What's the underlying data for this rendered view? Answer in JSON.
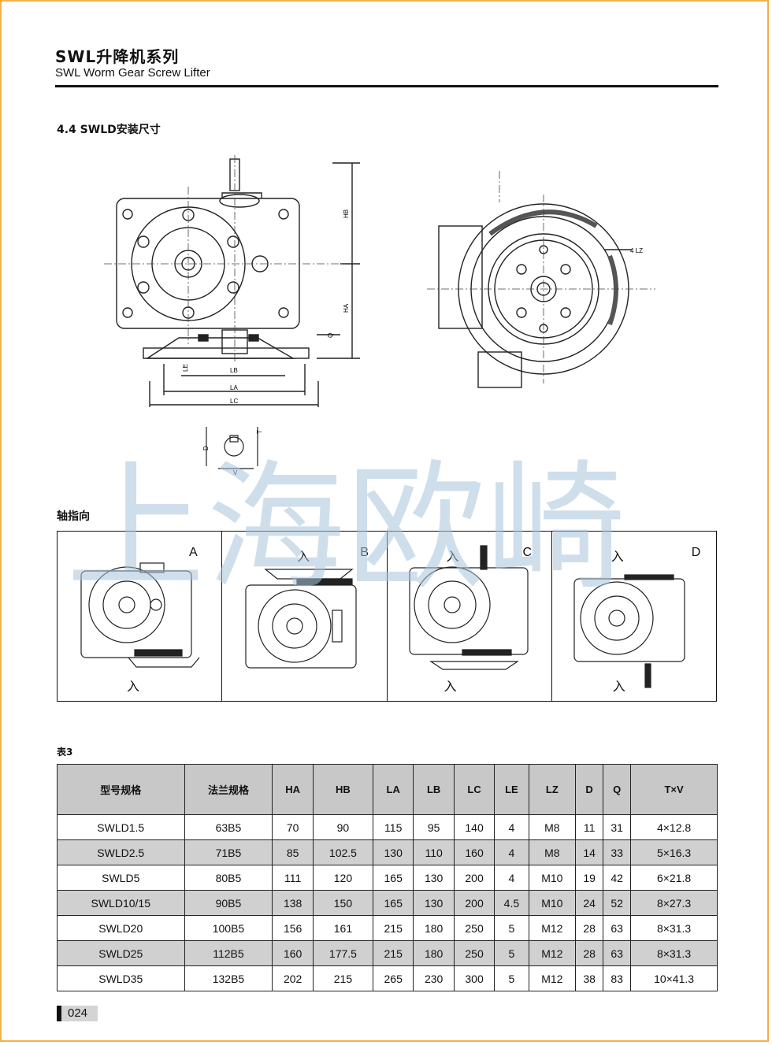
{
  "header": {
    "title": "SWL升降机系列",
    "subtitle": "SWL Worm  Gear Screw Lifter"
  },
  "section": {
    "title": "4.4 SWLD安装尺寸"
  },
  "drawing_labels": {
    "hb": "HB",
    "ha": "HA",
    "q": "Q",
    "le": "LE",
    "lb": "LB",
    "la": "LA",
    "lc": "LC",
    "lz": "4 LZ",
    "d": "D",
    "v": "V",
    "t": "T"
  },
  "watermark": "上海欧崎",
  "shaft_direction": {
    "title": "轴指向",
    "panels": [
      {
        "letter": "A",
        "in_label": "入"
      },
      {
        "letter": "B",
        "in_label": "入"
      },
      {
        "letter": "C",
        "in_label": "入"
      },
      {
        "letter": "D",
        "in_label": "入"
      }
    ]
  },
  "table": {
    "caption": "表3",
    "headers": [
      "型号规格",
      "法兰规格",
      "HA",
      "HB",
      "LA",
      "LB",
      "LC",
      "LE",
      "LZ",
      "D",
      "Q",
      "T×V"
    ],
    "rows": [
      [
        "SWLD1.5",
        "63B5",
        "70",
        "90",
        "115",
        "95",
        "140",
        "4",
        "M8",
        "11",
        "31",
        "4×12.8"
      ],
      [
        "SWLD2.5",
        "71B5",
        "85",
        "102.5",
        "130",
        "110",
        "160",
        "4",
        "M8",
        "14",
        "33",
        "5×16.3"
      ],
      [
        "SWLD5",
        "80B5",
        "111",
        "120",
        "165",
        "130",
        "200",
        "4",
        "M10",
        "19",
        "42",
        "6×21.8"
      ],
      [
        "SWLD10/15",
        "90B5",
        "138",
        "150",
        "165",
        "130",
        "200",
        "4.5",
        "M10",
        "24",
        "52",
        "8×27.3"
      ],
      [
        "SWLD20",
        "100B5",
        "156",
        "161",
        "215",
        "180",
        "250",
        "5",
        "M12",
        "28",
        "63",
        "8×31.3"
      ],
      [
        "SWLD25",
        "112B5",
        "160",
        "177.5",
        "215",
        "180",
        "250",
        "5",
        "M12",
        "28",
        "63",
        "8×31.3"
      ],
      [
        "SWLD35",
        "132B5",
        "202",
        "215",
        "265",
        "230",
        "300",
        "5",
        "M12",
        "38",
        "83",
        "10×41.3"
      ]
    ]
  },
  "footer": {
    "page_number": "024"
  }
}
